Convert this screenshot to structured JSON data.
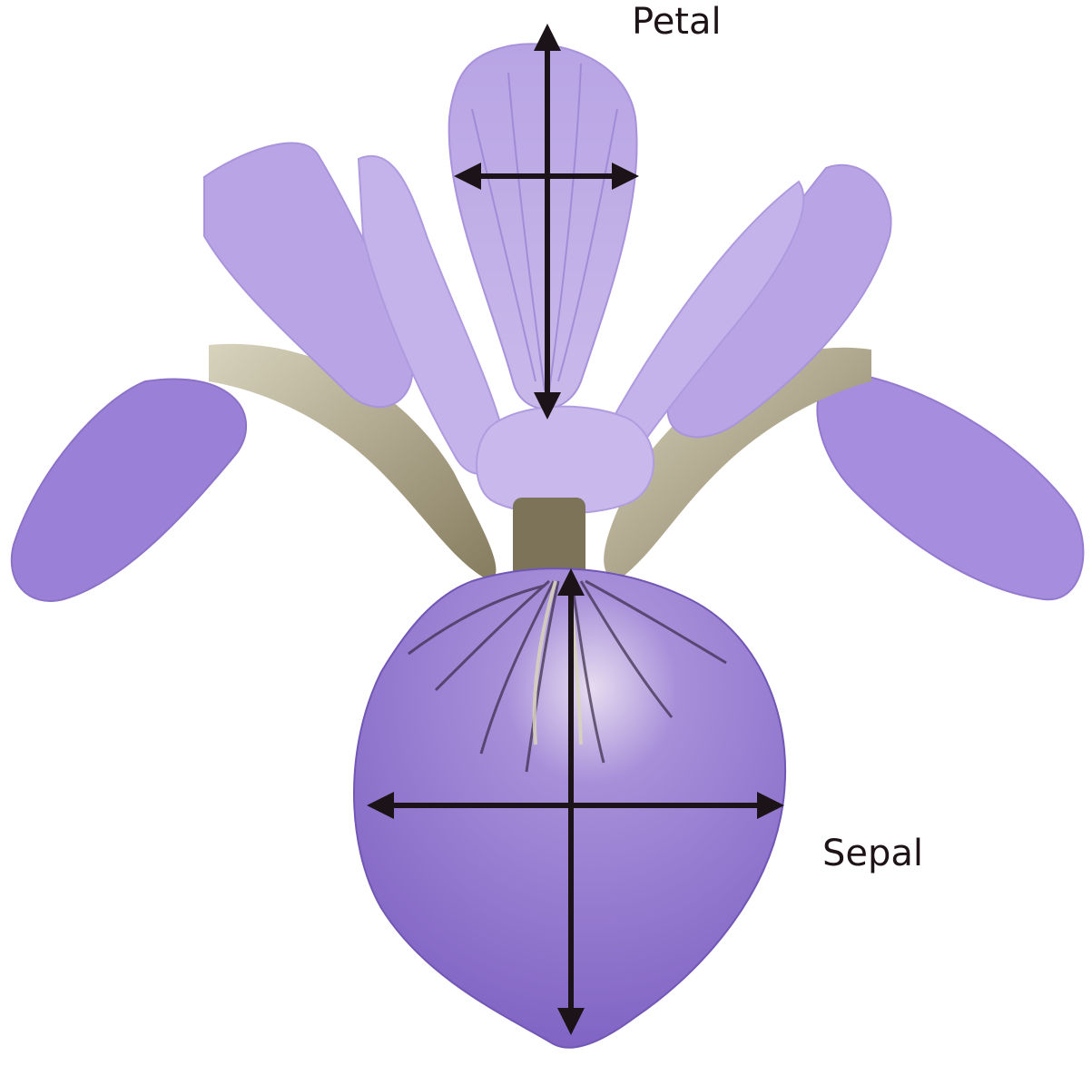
{
  "labels": {
    "petal": "Petal",
    "sepal": "Sepal"
  },
  "colors": {
    "background": "#ffffff",
    "petal_light": "#c3b0e6",
    "petal_mid": "#a893dd",
    "sepal_fill": "#8f74cf",
    "sepal_dark": "#6e52b2",
    "throat": "#9c9478",
    "vein_dark": "#3a2a48",
    "arrow": "#1b1317",
    "text": "#1e1418"
  },
  "icons": {
    "petal_measure": "double-arrow-cross",
    "sepal_measure": "double-arrow-cross"
  }
}
